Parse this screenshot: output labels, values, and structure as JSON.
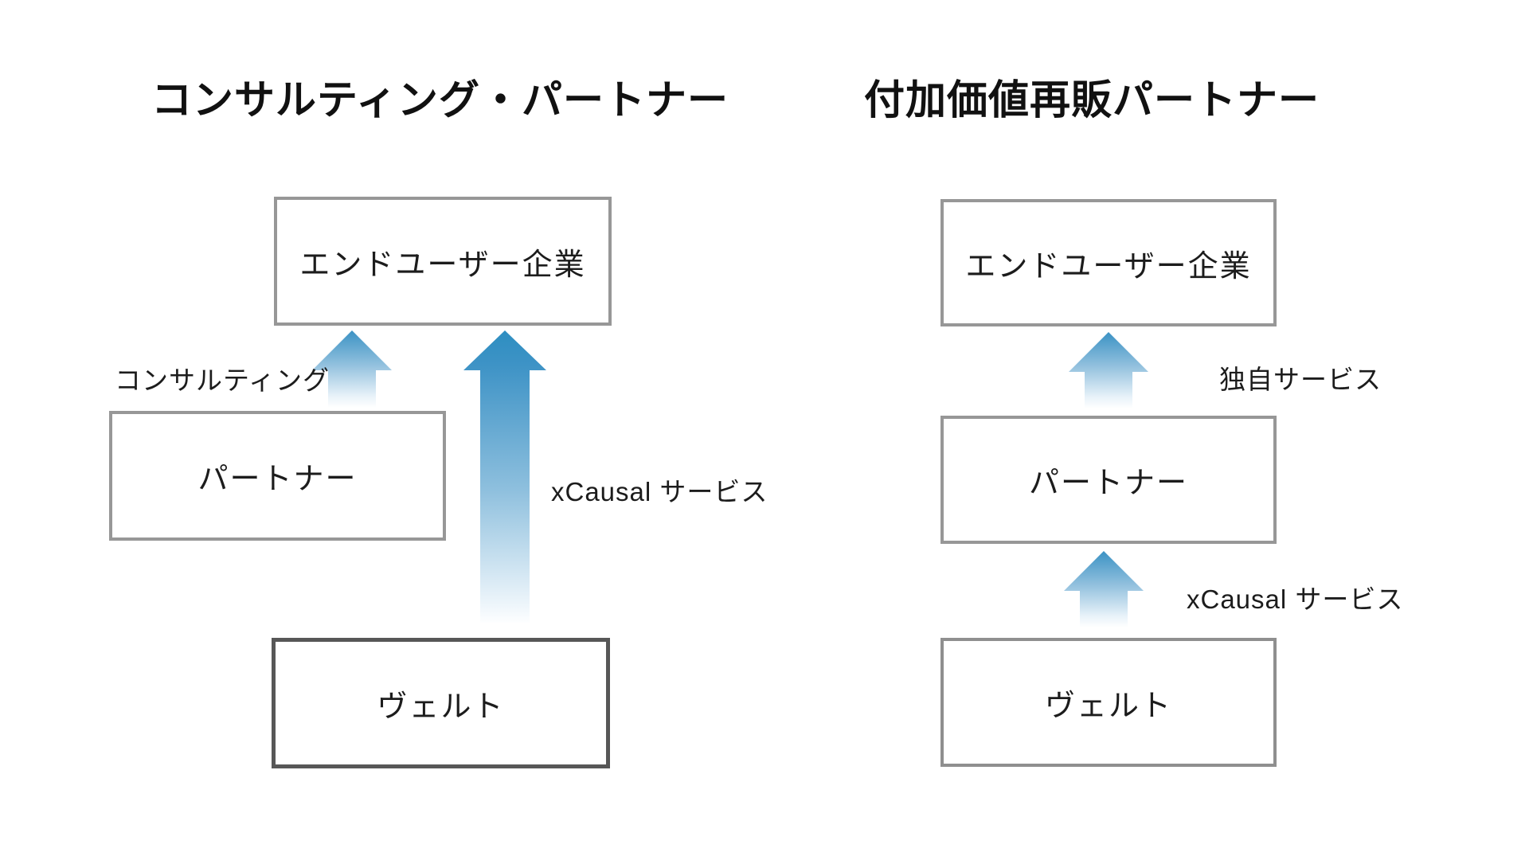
{
  "left": {
    "title": "コンサルティング・パートナー",
    "box_top": "エンドユーザー企業",
    "box_middle": "パートナー",
    "box_bottom": "ヴェルト",
    "label_consulting": "コンサルティング",
    "label_xcausal": "xCausal サービス"
  },
  "right": {
    "title": "付加価値再販パートナー",
    "box_top": "エンドユーザー企業",
    "box_middle": "パートナー",
    "box_bottom": "ヴェルト",
    "label_original_service": "独自サービス",
    "label_xcausal": "xCausal サービス"
  },
  "icons": {
    "up_arrow": "up-arrow gradient blue fading to white at tail"
  },
  "colors": {
    "arrow_blue": "#2d8ec1",
    "arrow_blue_light": "#8fc0de",
    "arrow_fade": "#ffffff",
    "box_border_gray": "#979797",
    "box_border_mid_gray": "#8f8f8f",
    "box_border_dark": "#575757",
    "text": "#1c1c1c",
    "background": "#ffffff"
  }
}
